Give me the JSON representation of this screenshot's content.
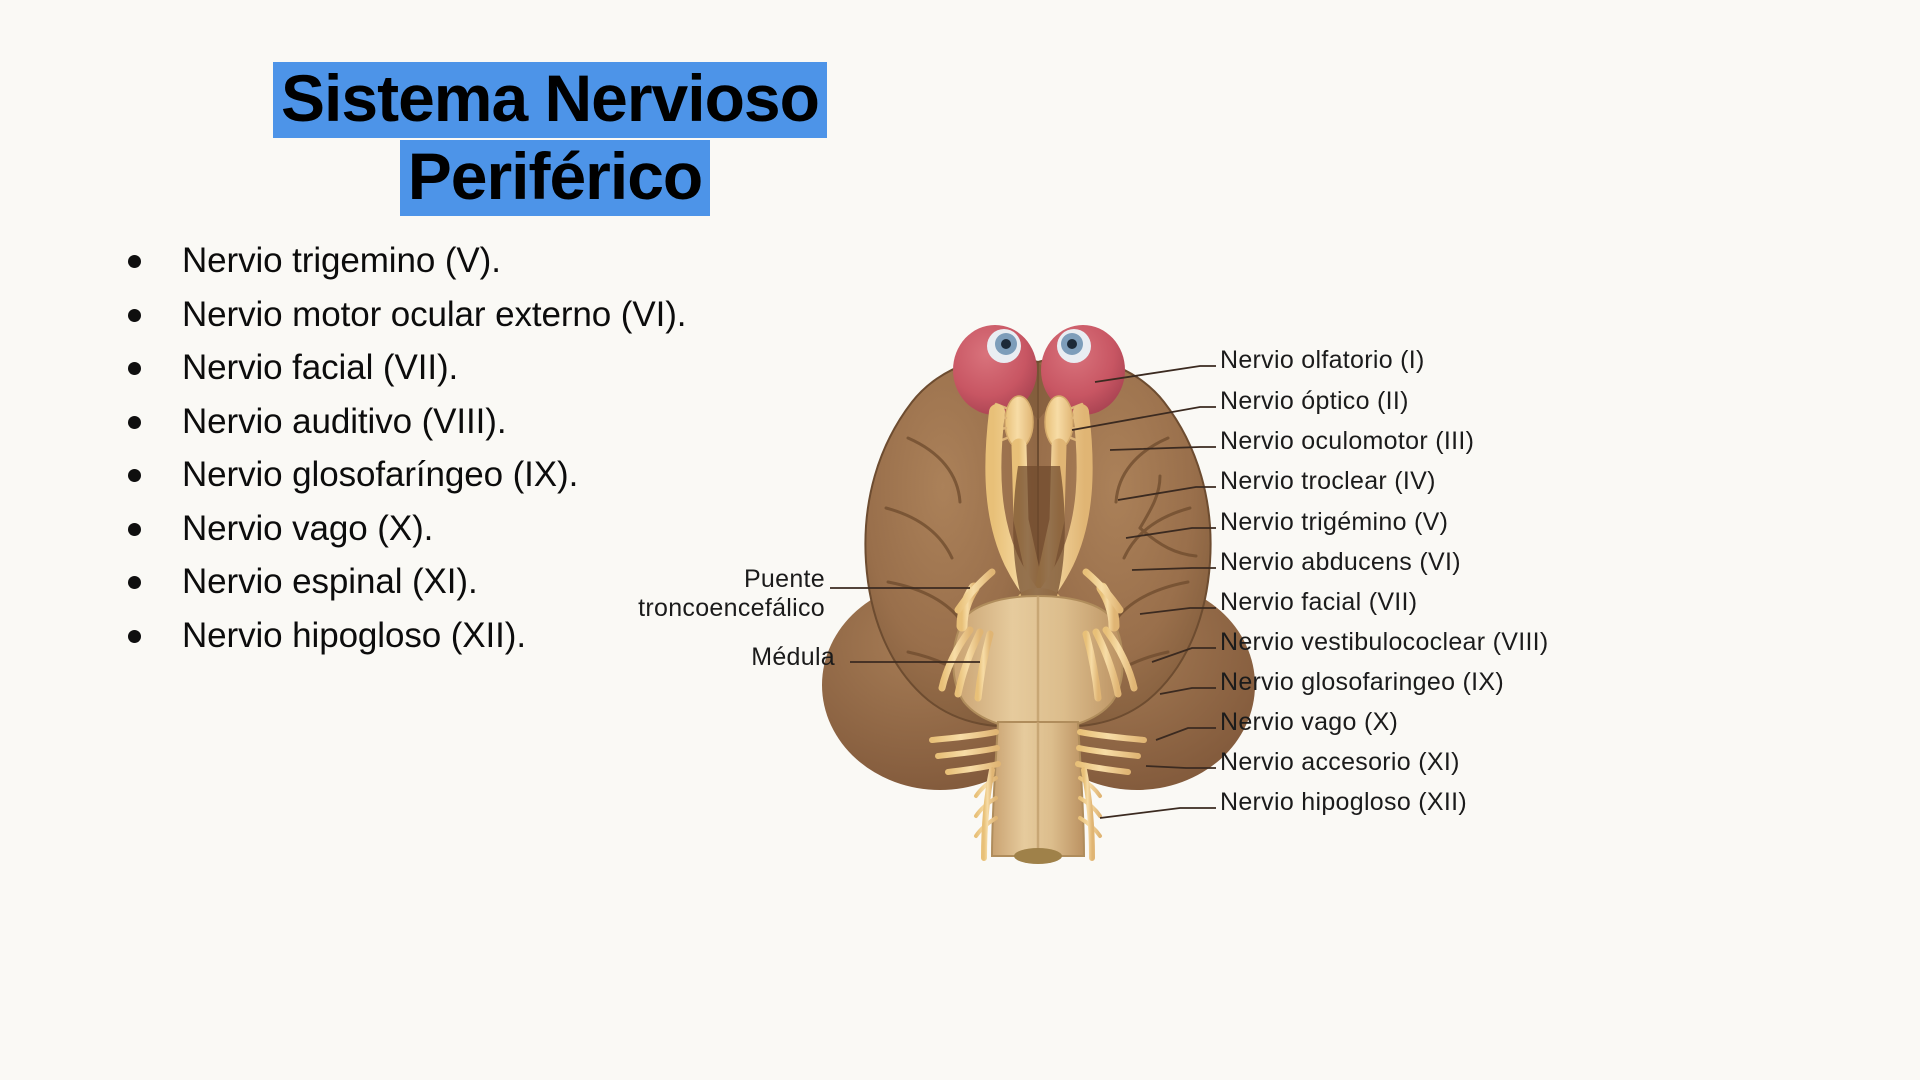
{
  "slide": {
    "background_color": "#faf9f5",
    "title": {
      "line1": "Sistema Nervioso",
      "line2": "Periférico",
      "highlight_color": "#4d94e8",
      "text_color": "#000000"
    },
    "bullets": [
      {
        "text": "Nervio trigemino (V)."
      },
      {
        "text": "Nervio motor ocular externo (VI)."
      },
      {
        "text": "Nervio facial (VII)."
      },
      {
        "text": "Nervio auditivo (VIII)."
      },
      {
        "text": "Nervio glosofaríngeo (IX)."
      },
      {
        "text": "Nervio vago (X)."
      },
      {
        "text": "Nervio espinal (XI)."
      },
      {
        "text": "Nervio hipogloso (XII)."
      }
    ]
  },
  "diagram": {
    "name": "inferior-view-brain-cranial-nerves",
    "colors": {
      "brain": "#9d7450",
      "brain_shadow": "#7d5839",
      "brainstem": "#d9b98a",
      "nerve": "#f3d396",
      "eye_red": "#c85663",
      "eye_iris": "#7d9dba",
      "leader_line": "#3b2a20"
    },
    "labels_left": [
      {
        "line1": "Puente",
        "line2": "troncoencefálico"
      },
      {
        "line1": "Médula",
        "line2": ""
      }
    ],
    "labels_right": [
      {
        "text": "Nervio olfatorio (I)"
      },
      {
        "text": "Nervio óptico (II)"
      },
      {
        "text": "Nervio oculomotor (III)"
      },
      {
        "text": "Nervio troclear (IV)"
      },
      {
        "text": "Nervio trigémino (V)"
      },
      {
        "text": "Nervio abducens (VI)"
      },
      {
        "text": "Nervio facial (VII)"
      },
      {
        "text": "Nervio vestibulococlear (VIII)"
      },
      {
        "text": "Nervio glosofaringeo (IX)"
      },
      {
        "text": "Nervio vago (X)"
      },
      {
        "text": "Nervio accesorio (XI)"
      },
      {
        "text": "Nervio hipogloso (XII)"
      }
    ]
  }
}
